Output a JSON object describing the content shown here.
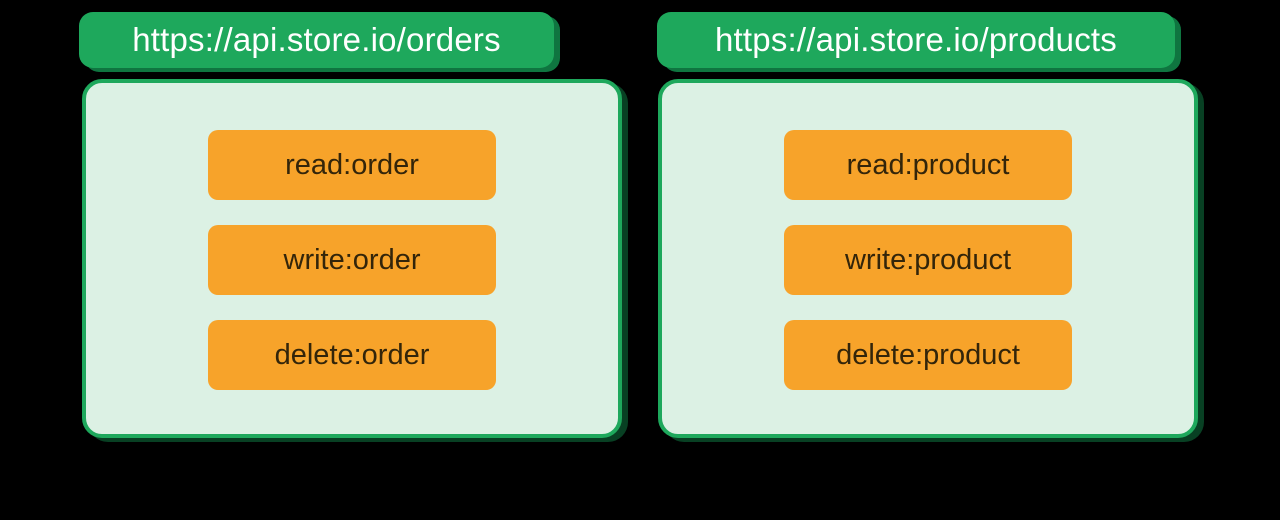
{
  "colors": {
    "background": "#000000",
    "badge_green": "#1EA85C",
    "badge_shadow_green": "#0F7540",
    "box_fill_mint": "#DCF1E4",
    "box_border_green": "#1EA85C",
    "scope_orange": "#F7A32A",
    "scope_text": "#33250A",
    "badge_text": "#FFFFFF"
  },
  "panels": [
    {
      "endpoint": "https://api.store.io/orders",
      "scopes": [
        "read:order",
        "write:order",
        "delete:order"
      ]
    },
    {
      "endpoint": "https://api.store.io/products",
      "scopes": [
        "read:product",
        "write:product",
        "delete:product"
      ]
    }
  ]
}
